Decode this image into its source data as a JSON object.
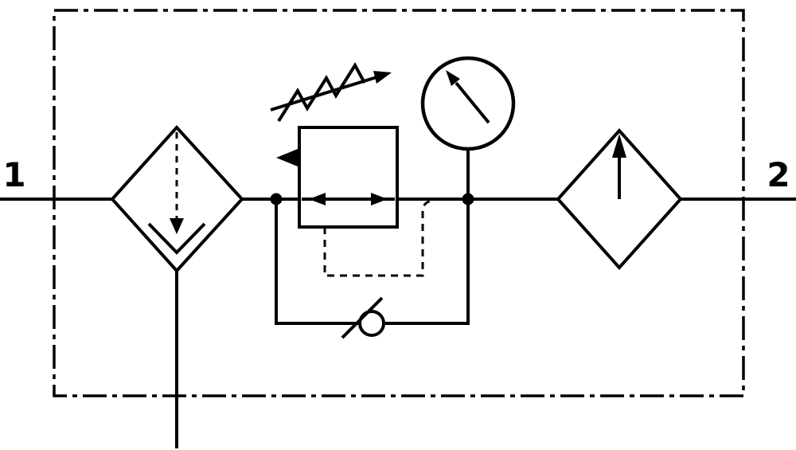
{
  "colors": {
    "line": "#000000",
    "background": "#ffffff"
  },
  "ports": {
    "left": {
      "label": "1"
    },
    "right": {
      "label": "2"
    }
  },
  "components": [
    {
      "name": "enclosure-border"
    },
    {
      "name": "main-flow-line"
    },
    {
      "name": "filter-with-water-separator"
    },
    {
      "name": "drain-line"
    },
    {
      "name": "adjustable-pressure-regulator"
    },
    {
      "name": "regulator-spring"
    },
    {
      "name": "adjustment-arrow"
    },
    {
      "name": "vent-arrow"
    },
    {
      "name": "pressure-gauge"
    },
    {
      "name": "pilot-line"
    },
    {
      "name": "bypass-line"
    },
    {
      "name": "check-valve"
    },
    {
      "name": "lubricator"
    }
  ]
}
